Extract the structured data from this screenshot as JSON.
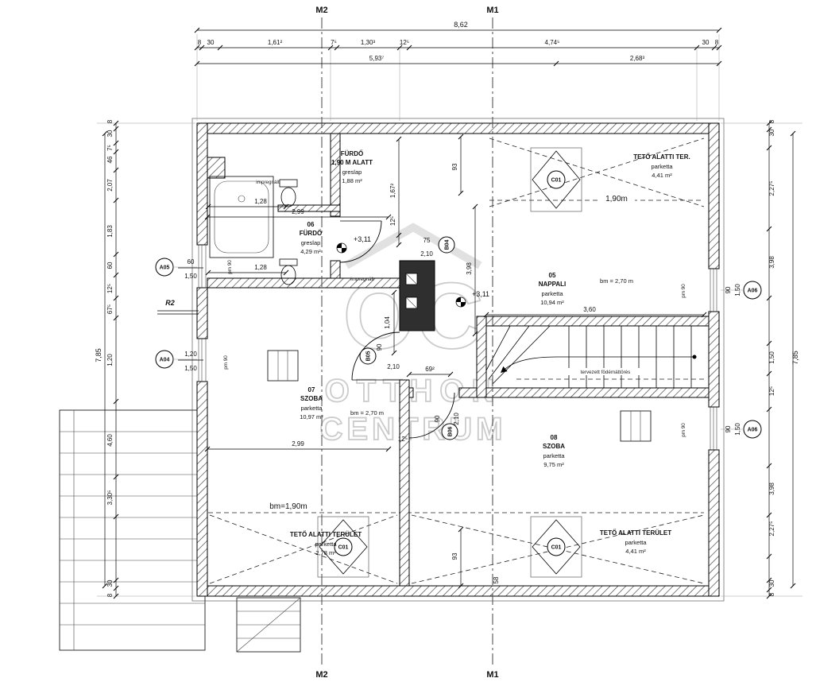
{
  "sections": {
    "m1": "M1",
    "m2": "M2"
  },
  "watermark": {
    "logo": "OC",
    "line1": "OTTHON",
    "line2": "CENTRUM"
  },
  "dims": {
    "total_width": "8,62",
    "top1": [
      "8",
      "30",
      "1,61²",
      "7⁵",
      "1,30³",
      "12⁵",
      "4,74⁵",
      "30",
      "8"
    ],
    "top2": [
      "5,93⁷",
      "2,68³"
    ],
    "left": [
      "8",
      "30",
      "7⁵",
      "46",
      "2,07",
      "1,83",
      "60",
      "12⁵",
      "67⁵",
      "1,20",
      "4,60",
      "3,30⁵",
      "30",
      "8"
    ],
    "left_total": "7,85",
    "right": [
      "8",
      "30",
      "2,27⁵",
      "3,98",
      "1,50",
      "12⁵",
      "3,98",
      "2,27⁵",
      "30",
      "8"
    ],
    "right_total": "7,85"
  },
  "inner_dims": {
    "bath_w": "2,99",
    "seg128a": "1,28",
    "seg128b": "1,28",
    "hall167": "1,67²",
    "w125a": "12⁵",
    "v93a": "93",
    "hall398": "3,98",
    "chim104": "1,04",
    "room07_w": "2,99",
    "door69": "69²",
    "stair360": "3,60",
    "w125b": "12⁵",
    "v93b": "93",
    "v58": "58",
    "b04w": "75",
    "b04h": "2,10",
    "b05w": "90",
    "b05h": "2,10",
    "b06w": "90",
    "b06h": "2,10"
  },
  "labels": {
    "pm90": "pm 90",
    "impregnalt": "impregnált",
    "r2": "R2",
    "elev": "+3,11",
    "stair_note": "tervezett födémáttörés",
    "h190": "1,90m",
    "bm190": "bm=1,90m",
    "bm270a": "bm = 2,70 m",
    "bm270b": "bm = 2,70 m"
  },
  "rooms": {
    "bath_upper": {
      "n1": "FÜRDŐ",
      "n2": "1,90 M ALATT",
      "floor": "greslap",
      "area": "1,88 m²"
    },
    "bath": {
      "num": "06",
      "name": "FÜRDŐ",
      "floor": "greslap",
      "area": "4,29 m²"
    },
    "living": {
      "num": "05",
      "name": "NAPPALI",
      "floor": "parketta",
      "area": "10,94 m²"
    },
    "roof_tr": {
      "name": "TETŐ ALATTI TER.",
      "floor": "parketta",
      "area": "4,41 m²"
    },
    "room07": {
      "num": "07",
      "name": "SZOBA",
      "floor": "parketta",
      "area": "10,97 m²"
    },
    "room08": {
      "num": "08",
      "name": "SZOBA",
      "floor": "parketta",
      "area": "9,75 m²"
    },
    "roof_bl": {
      "name": "TETŐ ALATTI TERÜLET",
      "floor": "parketta",
      "area": "2,78 m²"
    },
    "roof_br": {
      "name": "TETŐ ALATTI TERÜLET",
      "floor": "parketta",
      "area": "4,41 m²"
    }
  },
  "markers": {
    "a05": {
      "id": "A05",
      "w": "60",
      "h": "1,50"
    },
    "a04": {
      "id": "A04",
      "w": "1,20",
      "h": "1,50"
    },
    "a06_top": {
      "id": "A06",
      "w": "90",
      "h": "1,50"
    },
    "a06_bot": {
      "id": "A06",
      "w": "90",
      "h": "1,50"
    },
    "b04": "B04",
    "b05": "B05",
    "b06": "B06",
    "c01": "C01"
  }
}
